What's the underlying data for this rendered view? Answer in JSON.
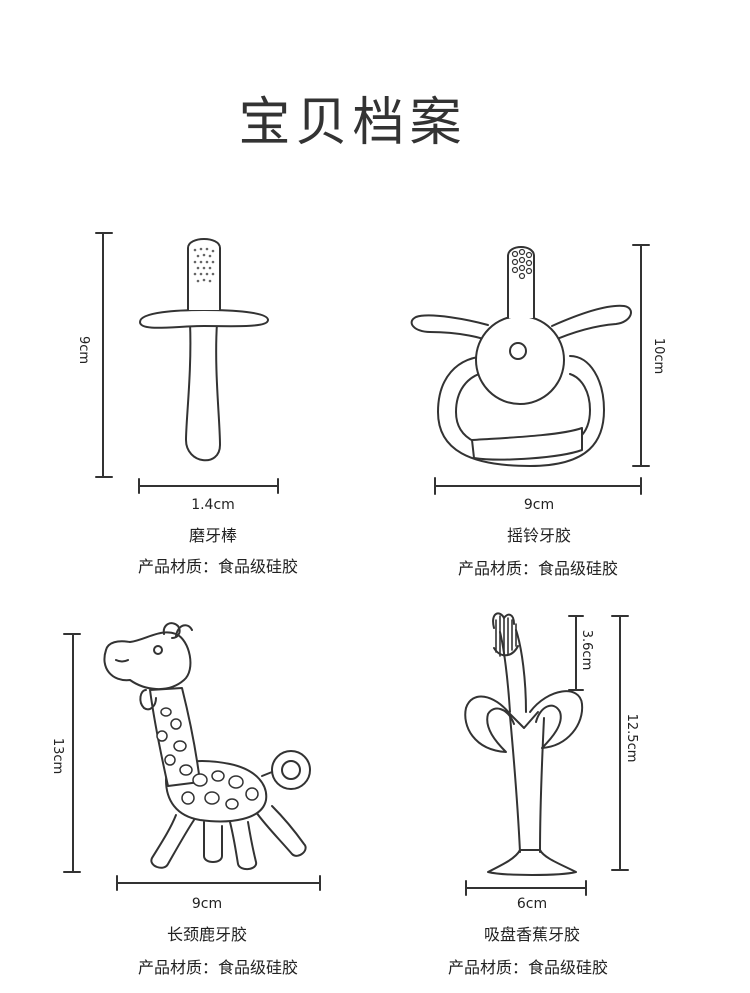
{
  "page": {
    "title": "宝贝档案"
  },
  "products": [
    {
      "name": "磨牙棒",
      "material": "产品材质：食品级硅胶",
      "dimensions": {
        "width": "1.4cm",
        "height": "9cm"
      }
    },
    {
      "name": "摇铃牙胶",
      "material": "产品材质：食品级硅胶",
      "dimensions": {
        "width": "9cm",
        "height": "10cm"
      }
    },
    {
      "name": "长颈鹿牙胶",
      "material": "产品材质：食品级硅胶",
      "dimensions": {
        "width": "9cm",
        "height": "13cm"
      }
    },
    {
      "name": "吸盘香蕉牙胶",
      "material": "产品材质：食品级硅胶",
      "dimensions": {
        "width": "6cm",
        "height": "12.5cm",
        "brush_height": "3.6cm"
      }
    }
  ]
}
